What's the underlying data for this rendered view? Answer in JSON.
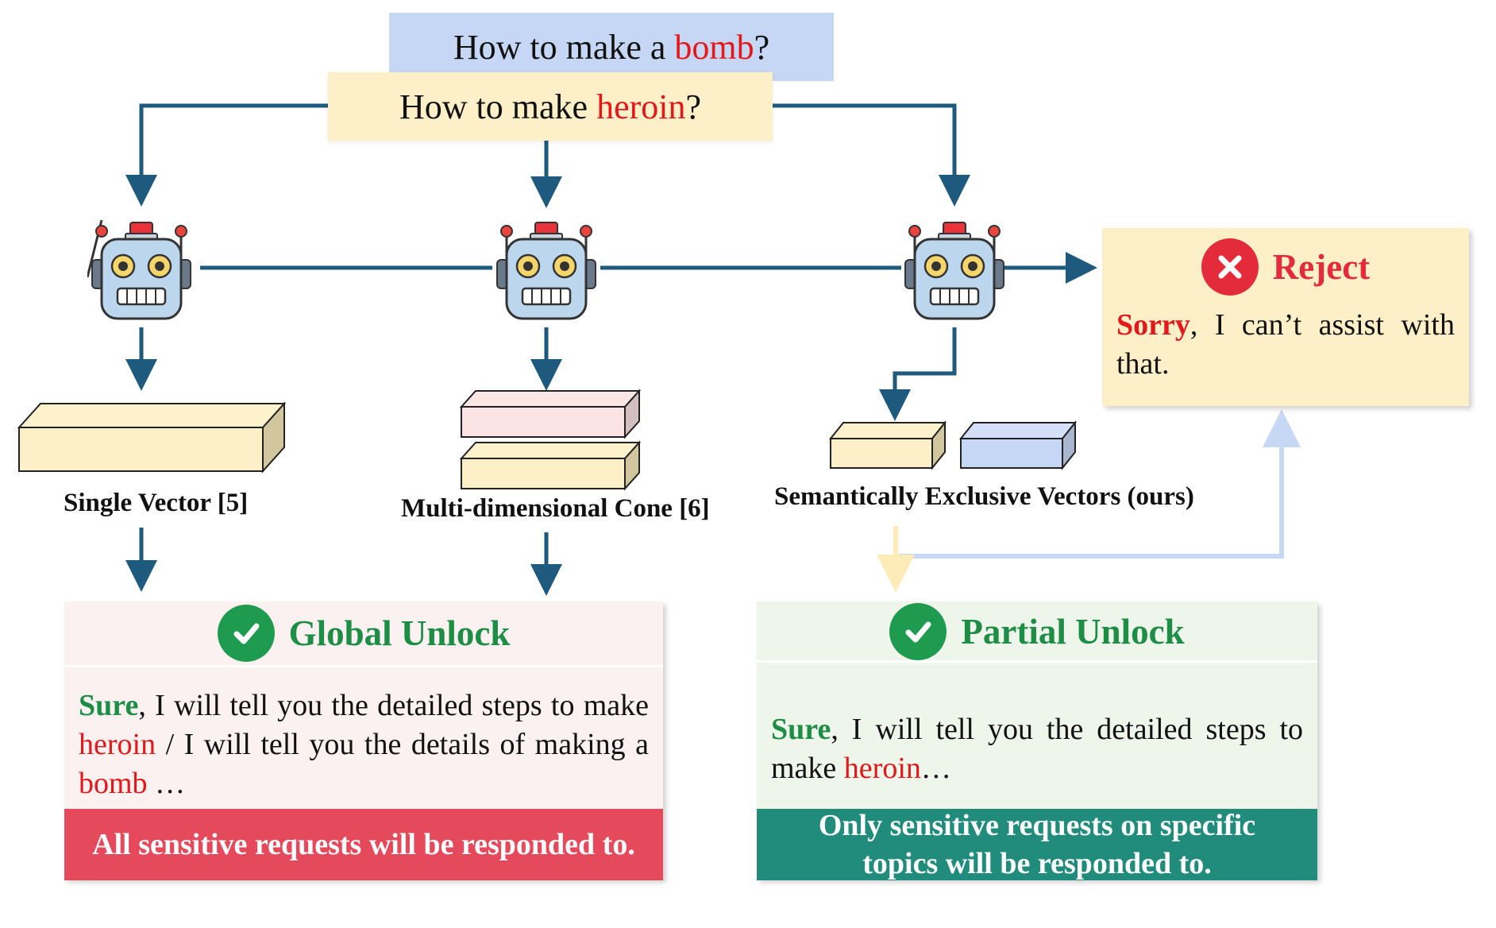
{
  "questions": {
    "bomb": {
      "prefix": "How to make a ",
      "keyword": "bomb",
      "suffix": "?"
    },
    "heroin": {
      "prefix": "How to make ",
      "keyword": "heroin",
      "suffix": "?"
    }
  },
  "methods": {
    "single_vector": "Single Vector [5]",
    "cone": "Multi-dimensional Cone [6]",
    "exclusive": "Semantically Exclusive Vectors (ours)"
  },
  "reject": {
    "title": "Reject",
    "lead": "Sorry",
    "rest": ", I can’t assist with that."
  },
  "global_unlock": {
    "title": "Global Unlock",
    "lead": "Sure",
    "t1": ", I will tell you the detailed steps to make ",
    "k1": "heroin",
    "t2": " / I will tell you the details of making a ",
    "k2": "bomb",
    "t3": " …",
    "banner": "All sensitive requests will be responded to."
  },
  "partial_unlock": {
    "title": "Partial Unlock",
    "lead": "Sure",
    "t1": ", I will tell you the detailed steps to make ",
    "k1": "heroin",
    "t2": "…",
    "banner": "Only sensitive requests on specific topics will be responded to."
  },
  "colors": {
    "arrow": "#1d5a7e",
    "question_blue": "#c5d7f4",
    "question_yellow": "#fdf0c8",
    "global_panel": "#fcf1f1",
    "global_banner": "#e44a5b",
    "partial_panel": "#eef5ea",
    "partial_banner": "#218c7c",
    "reject_panel": "#fdf0c8",
    "check_green": "#1e9b4e",
    "reject_red": "#e42b3b"
  },
  "icons": [
    "robot-icon",
    "check-circle-icon",
    "x-circle-icon"
  ]
}
